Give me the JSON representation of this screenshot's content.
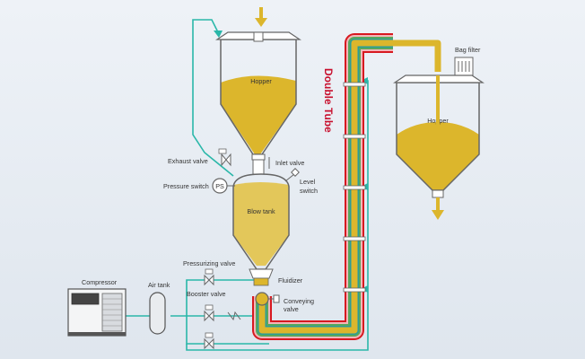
{
  "labels": {
    "hopper_left": "Hopper",
    "hopper_right": "Hopper",
    "bag_filter": "Bag filter",
    "double_tube": "Double Tube",
    "exhaust_valve": "Exhaust valve",
    "inlet_valve": "Inlet valve",
    "pressure_switch": "Pressure switch",
    "ps_symbol": "PS",
    "level_switch_line1": "Level",
    "level_switch_line2": "switch",
    "blow_tank": "Blow tank",
    "pressurizing_valve": "Pressurizing valve",
    "fluidizer": "Fluidizer",
    "compressor": "Compressor",
    "air_tank": "Air tank",
    "booster_valve": "Booster valve",
    "conveying_valve_line1": "Conveying",
    "conveying_valve_line2": "valve"
  },
  "colors": {
    "air_line": "#2ab7a9",
    "material": "#dcb62c",
    "material_dark": "#c9a227",
    "outer_tube": "#d71920",
    "outer_tube_fill": "#f3b6b9",
    "inner_green": "#57a85d",
    "vessel_stroke": "#666666"
  }
}
